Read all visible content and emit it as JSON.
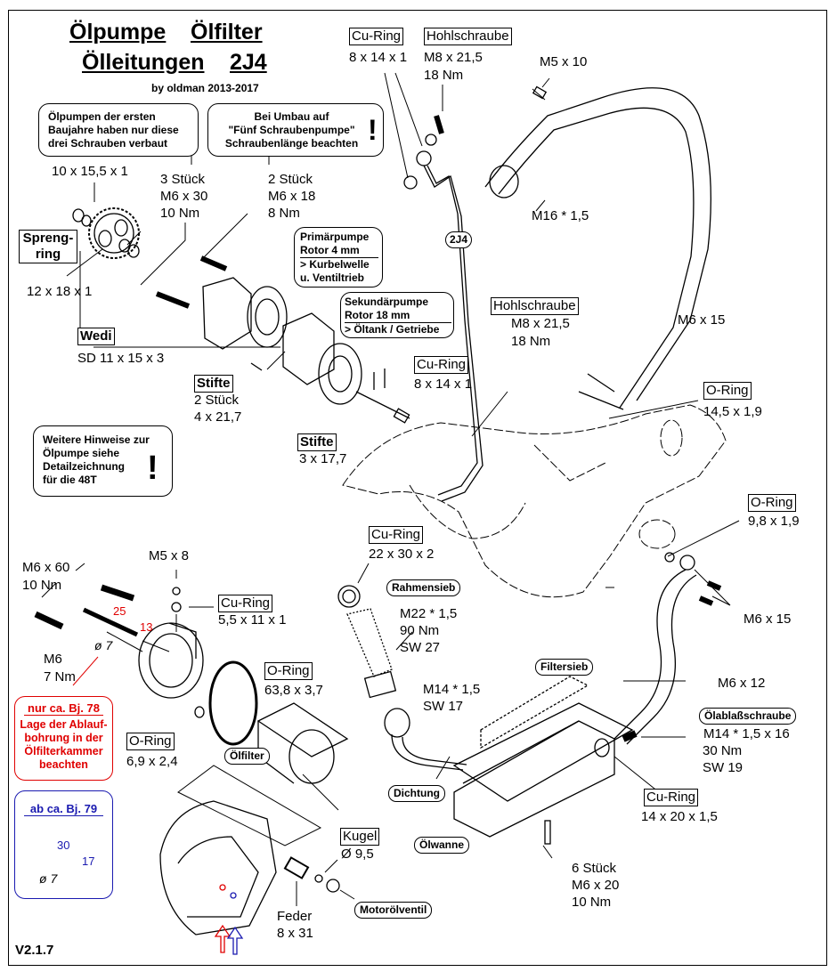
{
  "title": {
    "line1a": "Ölpumpe",
    "line1b": "Ölfilter",
    "line2a": "Ölleitungen",
    "line2b": "2J4",
    "credit": "by oldman 2013-2017"
  },
  "version": "V2.1.7",
  "notes": {
    "early_pump": [
      "Ölpumpen der ersten",
      "Baujahre haben nur diese",
      "drei Schrauben verbaut"
    ],
    "conversion": [
      "Bei Umbau auf",
      "\"Fünf Schraubenpumpe\"",
      "Schraubenlänge beachten"
    ],
    "more_info": [
      "Weitere Hinweise zur",
      "Ölpumpe siehe",
      "Detailzeichnung",
      "für die 48T"
    ],
    "exclamation": "!"
  },
  "pumps": {
    "primary": {
      "name": "Primärpumpe",
      "rotor": "Rotor 4 mm",
      "target1": "> Kurbelwelle",
      "target2": "u. Ventiltrieb"
    },
    "secondary": {
      "name": "Sekundärpumpe",
      "rotor": "Rotor 18 mm",
      "target1": "> Öltank / Getriebe"
    }
  },
  "labels": {
    "circlip_size": "10 x 15,5 x 1",
    "circlip": "Spreng-\nring",
    "washer_12": "12 x 18 x 1",
    "wedi": "Wedi",
    "wedi_size": "SD 11 x 15 x 3",
    "screws_3": [
      "3 Stück",
      "M6 x 30",
      "10 Nm"
    ],
    "screws_2": [
      "2 Stück",
      "M6 x 18",
      "8 Nm"
    ],
    "pins_a": "Stifte",
    "pins_a_spec": [
      "2 Stück",
      "4 x 21,7"
    ],
    "pins_b": "Stifte",
    "pins_b_spec": "3 x 17,7",
    "cu_ring_top": "Cu-Ring",
    "cu_ring_top_size": "8 x 14 x 1",
    "banjo_top": "Hohlschraube",
    "banjo_top_spec": [
      "M8 x 21,5",
      "18 Nm"
    ],
    "m5x10": "M5 x 10",
    "m16": "M16 * 1,5",
    "line_tag": "2J4",
    "banjo_mid": "Hohlschraube",
    "banjo_mid_spec": [
      "M8 x 21,5",
      "18 Nm"
    ],
    "cu_ring_mid": "Cu-Ring",
    "cu_ring_mid_size": "8 x 14 x 1",
    "m6x15_top": "M6 x 15",
    "oring_top": "O-Ring",
    "oring_top_size": "14,5 x 1,9",
    "oring_right": "O-Ring",
    "oring_right_size": "9,8 x 1,9",
    "m6x15_right": "M6 x 15",
    "cu_ring_frame": "Cu-Ring",
    "cu_ring_frame_size": "22 x 30 x 2",
    "frame_strainer": "Rahmensieb",
    "strainer_spec": [
      "M22 * 1,5",
      "90 Nm",
      "SW 27"
    ],
    "m14_fitting": [
      "M14 * 1,5",
      "SW 17"
    ],
    "filter_screen": "Filtersieb",
    "m6x12": "M6 x 12",
    "drain_plug": "Ölablaßschraube",
    "drain_plug_spec": [
      "M14 * 1,5 x 16",
      "30 Nm",
      "SW 19"
    ],
    "cu_ring_drain": "Cu-Ring",
    "cu_ring_drain_size": "14 x 20 x 1,5",
    "gasket": "Dichtung",
    "oil_pan": "Ölwanne",
    "pan_screws": [
      "6 Stück",
      "M6 x 20",
      "10 Nm"
    ],
    "m6x60": [
      "M6 x 60",
      "10 Nm"
    ],
    "m5x8": "M5 x 8",
    "cu_ring_cover": "Cu-Ring",
    "cu_ring_cover_size": "5,5 x 11 x 1",
    "m6_7nm": [
      "M6",
      "7 Nm"
    ],
    "dim_25": "25",
    "dim_13": "13",
    "dia_7": "ø 7",
    "oring_filter": "O-Ring",
    "oring_filter_size": "63,8 x 3,7",
    "oring_small": "O-Ring",
    "oring_small_size": "6,9 x 2,4",
    "oil_filter": "Ölfilter",
    "ball": "Kugel",
    "ball_size": "Ø 9,5",
    "spring": "Feder",
    "spring_size": "8 x 31",
    "oil_valve": "Motorölventil"
  },
  "year_notes": {
    "early": {
      "heading": "nur ca. Bj. 78",
      "text": [
        "Lage der Ablauf-",
        "bohrung in der",
        "Ölfilterkammer",
        "beachten"
      ],
      "color": "#e00000"
    },
    "late": {
      "heading": "ab ca. Bj. 79",
      "dim_30": "30",
      "dim_17": "17",
      "dia": "ø 7",
      "color": "#1a1ab0"
    }
  }
}
